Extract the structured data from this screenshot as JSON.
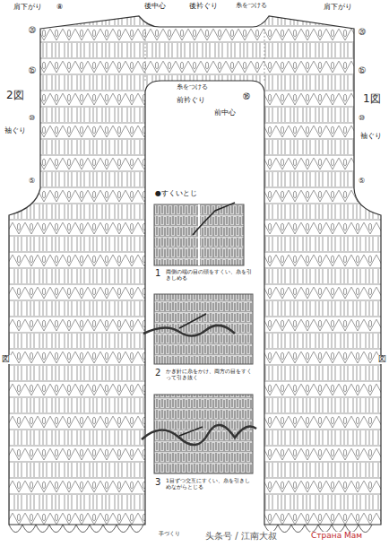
{
  "diagram": {
    "labels": [
      "肩下がり",
      "⑧",
      "後中心",
      "後衿ぐり",
      "糸をつける",
      "肩下がり",
      "⑳",
      "⑮",
      "⑩",
      "⑤",
      "⑳",
      "⑮",
      "⑩",
      "⑤",
      "糸をつける",
      "前衿ぐり",
      "前中心",
      "⑯",
      "2図",
      "1図",
      "袖ぐり",
      "袖ぐり",
      "図",
      "図",
      "●すくいとじ",
      "1",
      "両側の端の目の頭をすくい、糸を引きしめる",
      "2",
      "かぎ針に糸をかけ、両方の目をすくって引き抜く",
      "3",
      "1目ずつ交互にすくい、糸を引きしめながらとじる",
      "手づくり",
      "头条号 / 江南大叔",
      "Страна Мам"
    ]
  }
}
